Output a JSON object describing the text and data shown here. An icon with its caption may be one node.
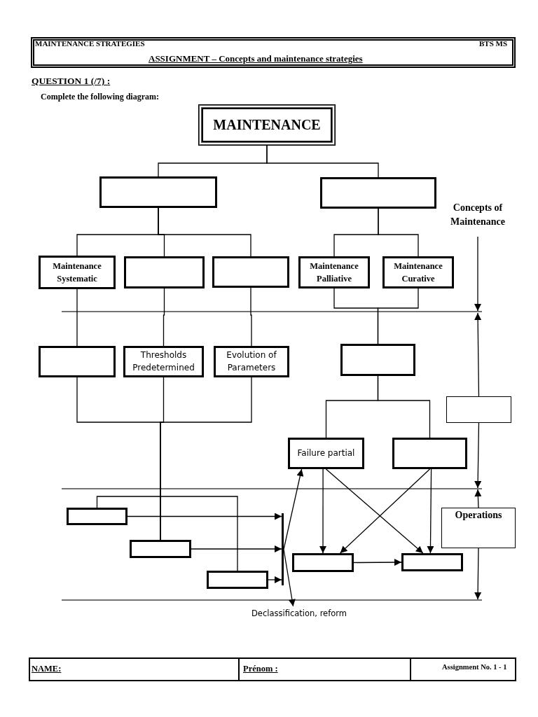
{
  "diagram": {
    "nodes": [
      {
        "text": [
          "MAINTENANCE"
        ]
      },
      {
        "text": [],
        "shape": "box"
      },
      {
        "text": [],
        "shape": "box"
      },
      {
        "text": [
          "Maintenance Systematic"
        ]
      },
      {
        "text": [],
        "shape": "box"
      },
      {
        "text": [],
        "shape": "box"
      },
      {
        "text": [
          "Maintenance Palliative"
        ]
      },
      {
        "text": [
          "Maintenance Curative"
        ]
      },
      {
        "text": [],
        "shape": "box"
      },
      {
        "text": [
          "Thresholds Predetermined"
        ]
      },
      {
        "text": [
          "Evolution of Parameters"
        ]
      },
      {
        "text": [],
        "shape": "box"
      },
      {
        "text": [],
        "shape": "box"
      },
      {
        "text": [
          "Failure partial"
        ]
      },
      {
        "text": [],
        "shape": "box"
      },
      {
        "text": [
          "Operations"
        ]
      },
      {
        "text": [],
        "shape": "box"
      },
      {
        "text": [],
        "shape": "box"
      },
      {
        "text": [],
        "shape": "box"
      },
      {
        "text": [],
        "shape": "box"
      },
      {
        "text": [],
        "shape": "box"
      },
      {
        "text": [],
        "shape": "bar"
      },
      {
        "text": [
          "Declassification, reform"
        ]
      },
      {
        "text": [
          "Concepts of Maintenance"
        ]
      }
    ],
    "edges": [
      {
        "from": 0,
        "to": 1,
        "arrow": "none"
      },
      {
        "from": 0,
        "to": 2,
        "arrow": "none"
      },
      {
        "from": 1,
        "to": 3,
        "arrow": "none"
      },
      {
        "from": 1,
        "to": 4,
        "arrow": "none"
      },
      {
        "from": 1,
        "to": 5,
        "arrow": "none"
      },
      {
        "from": 2,
        "to": 6,
        "arrow": "none"
      },
      {
        "from": 2,
        "to": 7,
        "arrow": "none"
      },
      {
        "from": 3,
        "to": 8,
        "arrow": "none"
      },
      {
        "from": 4,
        "to": 9,
        "arrow": "none"
      },
      {
        "from": 5,
        "to": 10,
        "arrow": "none"
      },
      {
        "from": 6,
        "to": 11,
        "arrow": "none"
      },
      {
        "from": 7,
        "to": 11,
        "arrow": "none"
      },
      {
        "from": 8,
        "to": 17,
        "arrow": "none"
      },
      {
        "from": 9,
        "to": 17,
        "arrow": "none"
      },
      {
        "from": 10,
        "to": 17,
        "arrow": "none"
      },
      {
        "from": 11,
        "to": 13,
        "arrow": "none"
      },
      {
        "from": 11,
        "to": 14,
        "arrow": "none"
      },
      {
        "from": 16,
        "to": 18,
        "arrow": "none"
      },
      {
        "from": 16,
        "to": 21,
        "arrow": "to"
      },
      {
        "from": 17,
        "to": 21,
        "arrow": "to"
      },
      {
        "from": 18,
        "to": 21,
        "arrow": "to"
      },
      {
        "from": 21,
        "to": 13,
        "arrow": "to"
      },
      {
        "from": 21,
        "to": 22,
        "arrow": "to"
      },
      {
        "from": 13,
        "to": 19,
        "arrow": "to"
      },
      {
        "from": 13,
        "to": 20,
        "arrow": "to"
      },
      {
        "from": 14,
        "to": 19,
        "arrow": "to"
      },
      {
        "from": 14,
        "to": 20,
        "arrow": "to"
      },
      {
        "from": 19,
        "to": 20,
        "arrow": "to"
      },
      {
        "from": 23,
        "to": null,
        "arrow": "to"
      },
      {
        "from": 12,
        "to": null,
        "arrow": "to"
      },
      {
        "from": 12,
        "to": null,
        "arrow": "to"
      },
      {
        "from": 15,
        "to": null,
        "arrow": "to"
      },
      {
        "from": 15,
        "to": null,
        "arrow": "to"
      }
    ],
    "labels": [
      "MAINTENANCE STRATEGIES",
      "BTS MS",
      "ASSIGNMENT – Concepts and maintenance strategies",
      "QUESTION 1 (/7) :",
      "Complete the following diagram:",
      "NAME:",
      "Prénom :",
      "Assignment No. 1 - 1"
    ]
  }
}
